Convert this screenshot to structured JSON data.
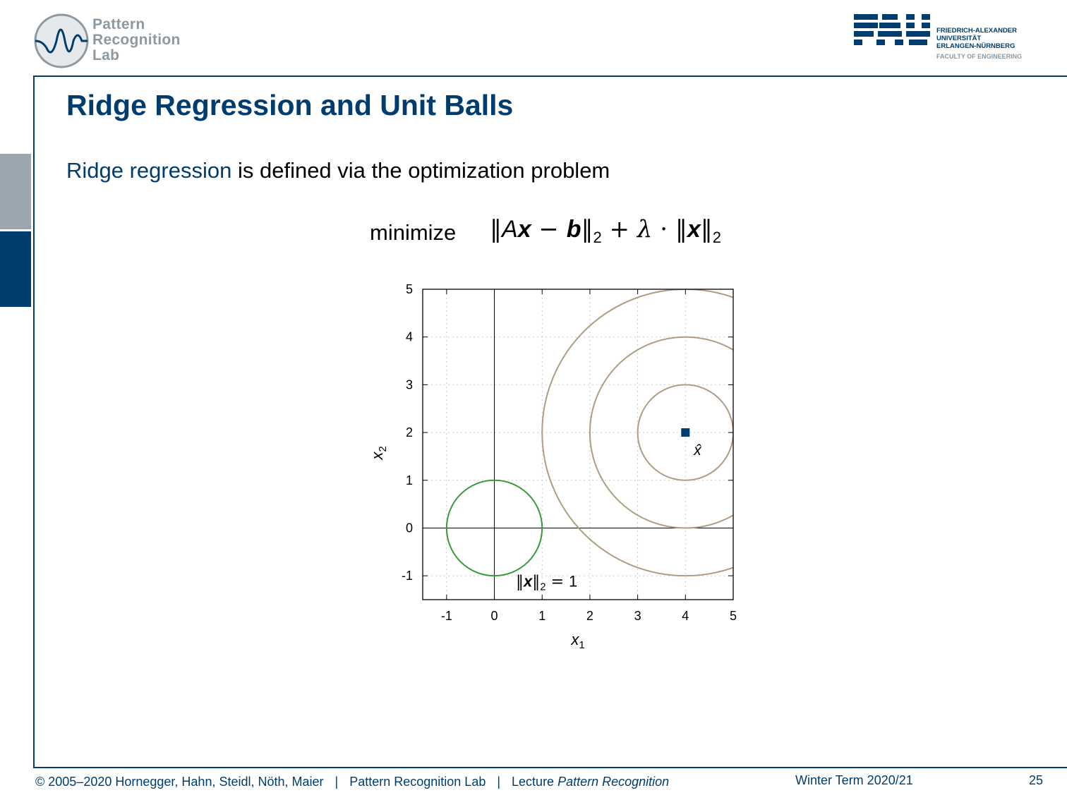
{
  "header": {
    "lab_logo_lines": [
      "Pattern",
      "Recognition",
      "Lab"
    ],
    "university_lines": [
      "FRIEDRICH-ALEXANDER",
      "UNIVERSITÄT",
      "ERLANGEN-NÜRNBERG"
    ],
    "faculty": "FACULTY OF ENGINEERING",
    "fau_logo": "FAU"
  },
  "slide": {
    "title": "Ridge Regression and Unit Balls",
    "intro_highlight": "Ridge regression",
    "intro_rest": " is defined via the optimization problem",
    "formula_word": "minimize"
  },
  "colors": {
    "brand_blue": "#003d6e",
    "brand_grey": "#9ba6ae",
    "unit_ball": "#3a9a3a",
    "contours": "#b09c84"
  },
  "chart_data": {
    "type": "scatter",
    "xlabel": "x1",
    "ylabel": "x2",
    "xlim": [
      -1.5,
      5
    ],
    "ylim": [
      -1.5,
      5
    ],
    "x_ticks": [
      -1,
      0,
      1,
      2,
      3,
      4,
      5
    ],
    "y_ticks": [
      -1,
      0,
      1,
      2,
      3,
      4,
      5
    ],
    "grid": true,
    "unit_ball": {
      "center": [
        0,
        0
      ],
      "radius": 1,
      "label": "‖x‖2 = 1"
    },
    "contours": {
      "center": [
        4,
        2
      ],
      "radii": [
        1,
        2,
        3
      ]
    },
    "points": [
      {
        "x": 4,
        "y": 2,
        "label": "x̂"
      }
    ]
  },
  "footer": {
    "copyright": "© 2005–2020 Hornegger, Hahn, Steidl, Nöth, Maier",
    "lab": "Pattern Recognition Lab",
    "lecture_prefix": "Lecture ",
    "lecture_name": "Pattern Recognition",
    "term": "Winter Term 2020/21",
    "page": "25"
  }
}
